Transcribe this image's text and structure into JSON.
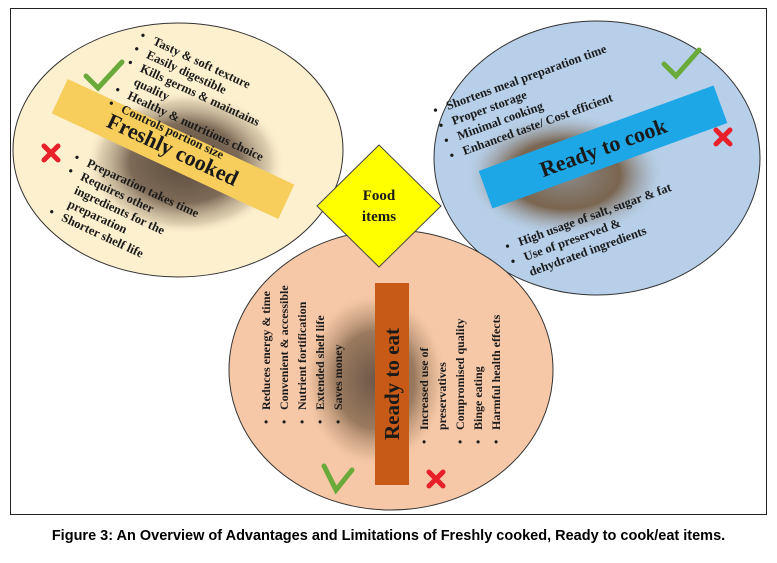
{
  "figure": {
    "caption": "Figure 3: An Overview of Advantages and Limitations of Freshly cooked, Ready to cook/eat items."
  },
  "center": {
    "label_line1": "Food",
    "label_line2": "items",
    "color": "#ffff00"
  },
  "freshly_cooked": {
    "title": "Freshly cooked",
    "circle_color": "#fdf0cf",
    "banner_color": "#f7ce5c",
    "advantages": [
      "Tasty & soft texture",
      "Easily digestible",
      "Kills germs & maintains",
      "quality",
      "Healthy & nutritious choice",
      "Controls portion size"
    ],
    "limitations": [
      "Preparation takes time",
      "Requires other",
      "ingredients  for the",
      "preparation",
      "Shorter shelf life"
    ]
  },
  "ready_to_cook": {
    "title": "Ready to cook",
    "circle_color": "#b7cfe8",
    "banner_color": "#1ea7e6",
    "advantages": [
      "Shortens meal preparation time",
      "Proper storage",
      "Minimal cooking",
      "Enhanced taste/ Cost efficient"
    ],
    "limitations": [
      "High usage of salt, sugar & fat",
      "Use of preserved &",
      "dehydrated ingredients"
    ]
  },
  "ready_to_eat": {
    "title": "Ready to eat",
    "circle_color": "#f6c8a8",
    "banner_color": "#c65a16",
    "advantages": [
      "Reduces energy & time",
      "Convenient & accessible",
      "Nutrient fortification",
      "Extended shelf life",
      "Saves money"
    ],
    "limitations": [
      "Increased use of",
      "preservatives",
      "Compromised quality",
      "Binge eating",
      "Harmful health effects"
    ]
  },
  "icons": {
    "check": "check-icon",
    "cross": "cross-icon",
    "check_color": "#6aaa3a",
    "cross_color": "#e8202a"
  }
}
